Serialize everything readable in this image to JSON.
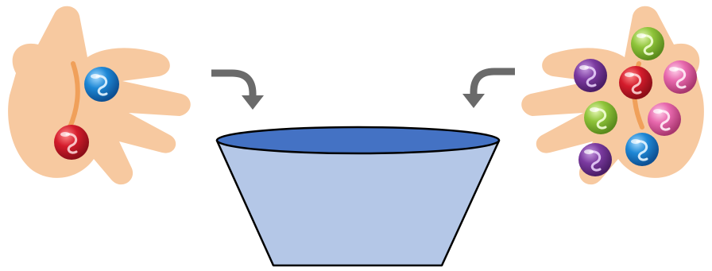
{
  "scene": {
    "left_hand": {
      "marbles": [
        {
          "color": "blue",
          "hex": "#1e88d6"
        },
        {
          "color": "red",
          "hex": "#d41c2c"
        }
      ]
    },
    "right_hand": {
      "marbles": [
        {
          "color": "green",
          "hex": "#8fc43a"
        },
        {
          "color": "purple",
          "hex": "#7b3aa0"
        },
        {
          "color": "red",
          "hex": "#d41c2c"
        },
        {
          "color": "pink",
          "hex": "#e768ad"
        },
        {
          "color": "green",
          "hex": "#8fc43a"
        },
        {
          "color": "pink",
          "hex": "#e768ad"
        },
        {
          "color": "purple",
          "hex": "#7b3aa0"
        },
        {
          "color": "blue",
          "hex": "#1e88d6"
        }
      ]
    },
    "arrows": [
      {
        "direction": "curved-down-right",
        "color": "#6a6a6a"
      },
      {
        "direction": "curved-down-left",
        "color": "#6a6a6a"
      }
    ],
    "bowl": {
      "rim_color": "#4472c4",
      "body_color": "#b4c7e7",
      "outline_color": "#000000"
    },
    "skin_color": "#f7c9a0",
    "palm_line_color": "#f0a05a"
  }
}
